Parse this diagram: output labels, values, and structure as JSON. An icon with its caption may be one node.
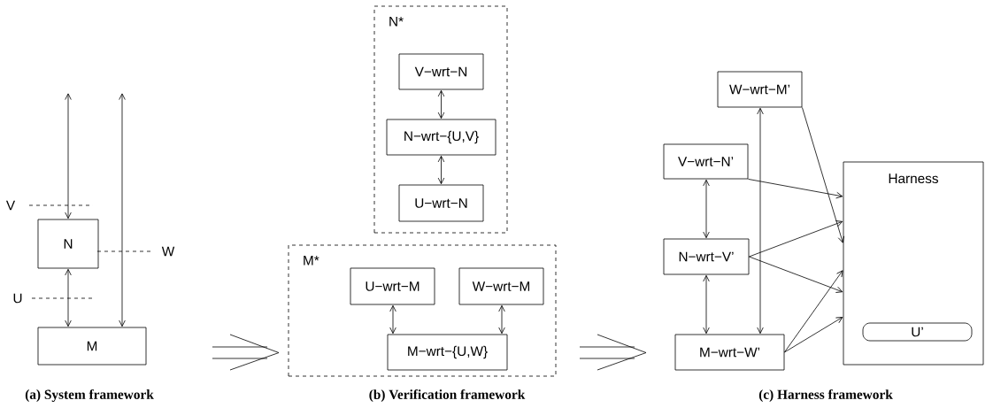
{
  "diagram": {
    "nodes": [
      {
        "text": [
          "N"
        ]
      },
      {
        "text": [
          "M"
        ]
      },
      {
        "text": [
          "N*"
        ]
      },
      {
        "text": [
          "V−wrt−N"
        ],
        "in": 2
      },
      {
        "text": [
          "N−wrt−{U,V}"
        ],
        "in": 2
      },
      {
        "text": [
          "U−wrt−N"
        ],
        "in": 2
      },
      {
        "text": [
          "M*"
        ]
      },
      {
        "text": [
          "U−wrt−M"
        ],
        "in": 6
      },
      {
        "text": [
          "W−wrt−M"
        ],
        "in": 6
      },
      {
        "text": [
          "M−wrt−{U,W}"
        ],
        "in": 6
      },
      {
        "text": [
          "W−wrt−M’"
        ]
      },
      {
        "text": [
          "V−wrt−N’"
        ]
      },
      {
        "text": [
          "N−wrt−V’"
        ]
      },
      {
        "text": [
          "M−wrt−W’"
        ]
      },
      {
        "text": [
          "Harness"
        ]
      },
      {
        "text": [
          "U’"
        ],
        "in": 14
      }
    ],
    "edges": [
      {
        "from": null,
        "to": 0,
        "arrow": "both"
      },
      {
        "from": 0,
        "to": 1,
        "arrow": "both"
      },
      {
        "from": null,
        "to": 1,
        "arrow": "both"
      },
      {
        "from": 3,
        "to": 4,
        "arrow": "both"
      },
      {
        "from": 4,
        "to": 5,
        "arrow": "both"
      },
      {
        "from": 7,
        "to": 9,
        "arrow": "both"
      },
      {
        "from": 8,
        "to": 9,
        "arrow": "both"
      },
      {
        "from": 10,
        "to": 13,
        "arrow": "both"
      },
      {
        "from": 11,
        "to": 12,
        "arrow": "both"
      },
      {
        "from": 12,
        "to": 13,
        "arrow": "both"
      },
      {
        "from": 11,
        "to": 14,
        "arrow": "to"
      },
      {
        "from": 10,
        "to": 14,
        "arrow": "to"
      },
      {
        "from": 12,
        "to": 14,
        "arrow": "to"
      },
      {
        "from": 12,
        "to": 14,
        "arrow": "to"
      },
      {
        "from": 13,
        "to": 14,
        "arrow": "to"
      },
      {
        "from": 13,
        "to": 14,
        "arrow": "to"
      }
    ],
    "labels": [
      "V",
      "W",
      "U",
      "(a) System framework",
      "(b) Verification framework",
      "(c) Harness framework"
    ]
  }
}
